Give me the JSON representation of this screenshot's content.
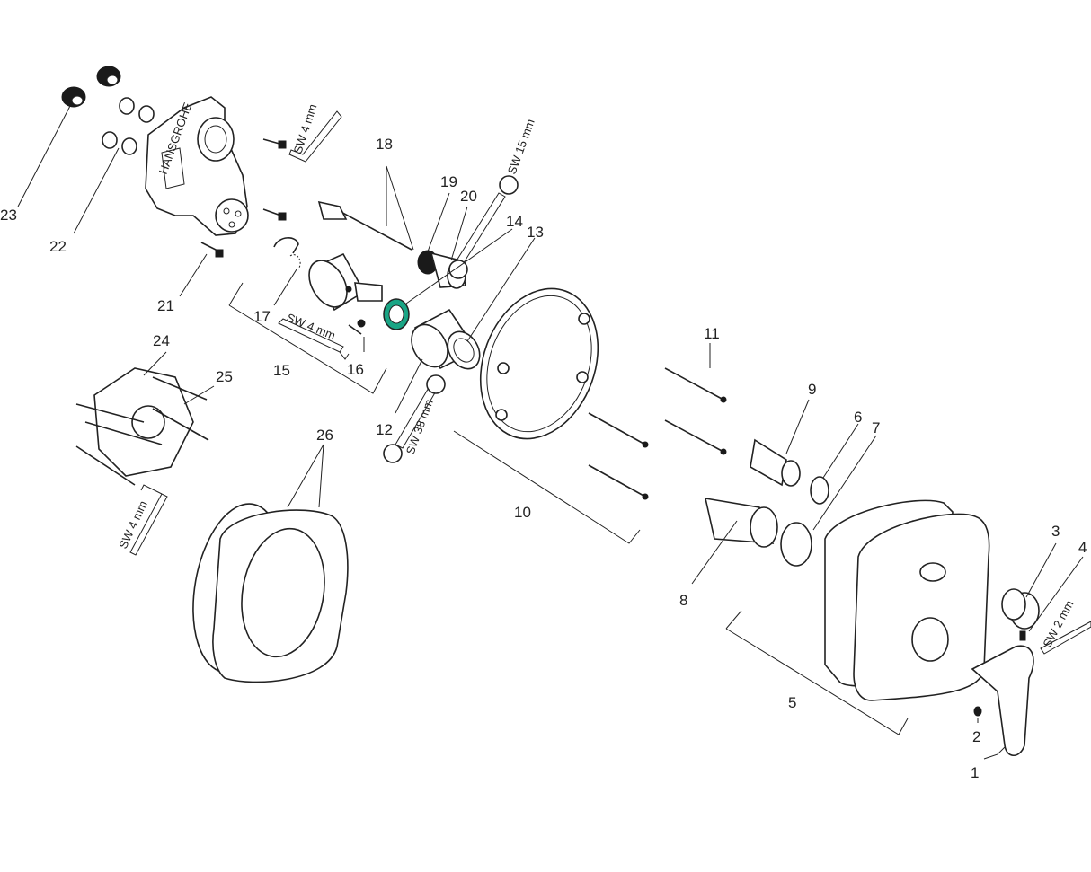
{
  "diagram": {
    "labels": {
      "p1": "1",
      "p2": "2",
      "p3": "3",
      "p4": "4",
      "p5": "5",
      "p6": "6",
      "p7": "7",
      "p8": "8",
      "p9": "9",
      "p10": "10",
      "p11": "11",
      "p12": "12",
      "p13": "13",
      "p14": "14",
      "p15": "15",
      "p16": "16",
      "p17": "17",
      "p18": "18",
      "p19": "19",
      "p20": "20",
      "p21": "21",
      "p22": "22",
      "p23": "23",
      "p24": "24",
      "p25": "25",
      "p26": "26"
    },
    "tools": {
      "allen_top": "SW 4 mm",
      "allen_mid": "SW 4 mm",
      "allen_left": "SW 4 mm",
      "wrench_15": "SW 15 mm",
      "wrench_38": "SW 38 mm",
      "allen_right": "SW 2 mm"
    },
    "colors": {
      "ink": "#222222",
      "highlight": "#1aa585"
    }
  }
}
